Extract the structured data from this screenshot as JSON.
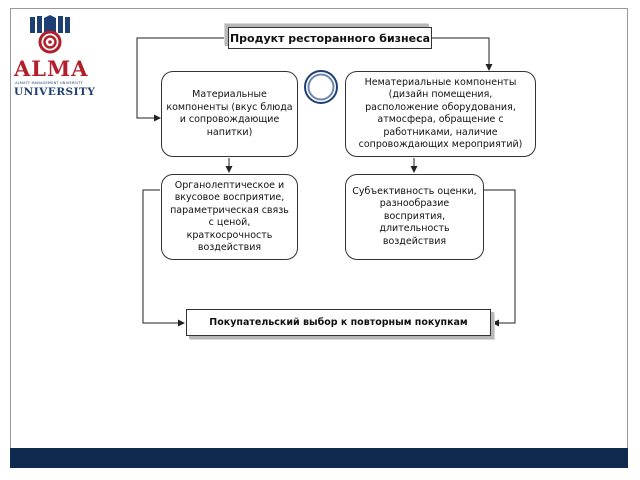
{
  "logo": {
    "name": "ALMA",
    "subtitle": "ALMATY MANAGEMENT UNIVERSITY",
    "university": "UNIVERSITY",
    "icon": "university-emblem-icon",
    "colors": {
      "red": "#b21e2a",
      "navy": "#1d3f73"
    }
  },
  "diagram": {
    "title": "Продукт ресторанного бизнеса",
    "material": "Материальные компоненты (вкус блюда и сопровождающие напитки)",
    "nonmaterial": "Нематериальные компоненты (дизайн помещения, расположение оборудования, атмосфера, обращение с работниками, наличие сопровождающих мероприятий)",
    "organoleptic": "Органолептическое и вкусовое восприятие, параметрическая связь с ценой, краткосрочность воздействия",
    "subjectivity": "Субъективность оценки, разнообразие восприятия, длительность воздействия",
    "result": "Покупательский выбор к повторным покупкам"
  },
  "colors": {
    "footer": "#0f2a4f",
    "circle_outer": "#1d3f73",
    "circle_inner": "#6f86ad"
  }
}
